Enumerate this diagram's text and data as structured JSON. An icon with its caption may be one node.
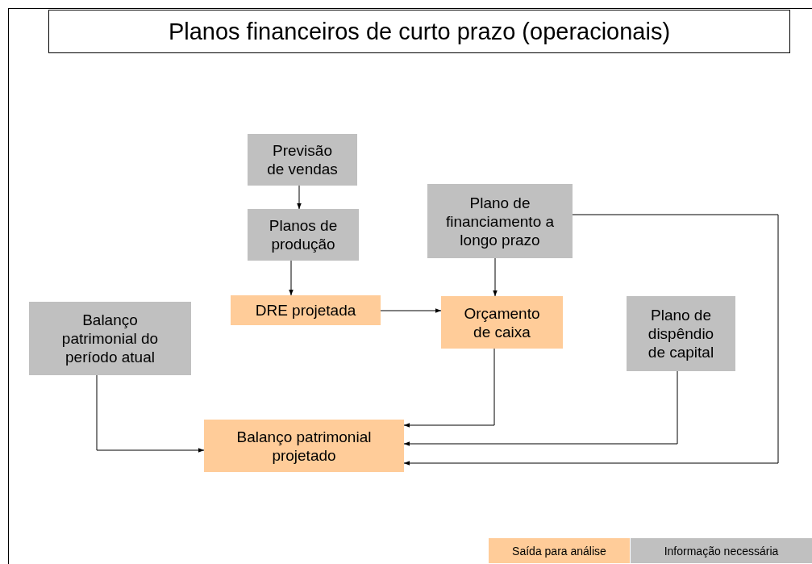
{
  "diagram": {
    "title": "Planos financeiros de curto prazo (operacionais)",
    "nodes": [
      {
        "text": [
          "Previsão de vendas"
        ]
      },
      {
        "text": [
          "Planos de produção"
        ]
      },
      {
        "text": [
          "Plano de financiamento a longo prazo"
        ]
      },
      {
        "text": [
          "Balanço patrimonial do período atual"
        ]
      },
      {
        "text": [
          "DRE projetada"
        ]
      },
      {
        "text": [
          "Orçamento de caixa"
        ]
      },
      {
        "text": [
          "Plano de dispêndio de capital"
        ]
      },
      {
        "text": [
          "Balanço patrimonial projetado"
        ]
      }
    ],
    "edges": [
      {
        "from": 0,
        "to": 1,
        "arrow": "to"
      },
      {
        "from": 1,
        "to": 4,
        "arrow": "to"
      },
      {
        "from": 2,
        "to": 5,
        "arrow": "to"
      },
      {
        "from": 4,
        "to": 5,
        "arrow": "to"
      },
      {
        "from": 5,
        "to": 7,
        "arrow": "to"
      },
      {
        "from": 6,
        "to": 7,
        "arrow": "to"
      },
      {
        "from": 2,
        "to": 7,
        "arrow": "to"
      },
      {
        "from": 3,
        "to": 7,
        "arrow": "to"
      }
    ],
    "legend": [
      {
        "text": "Saída para análise",
        "color": "#ffcc99"
      },
      {
        "text": "Informação necessária",
        "color": "#c0c0c0"
      }
    ]
  }
}
